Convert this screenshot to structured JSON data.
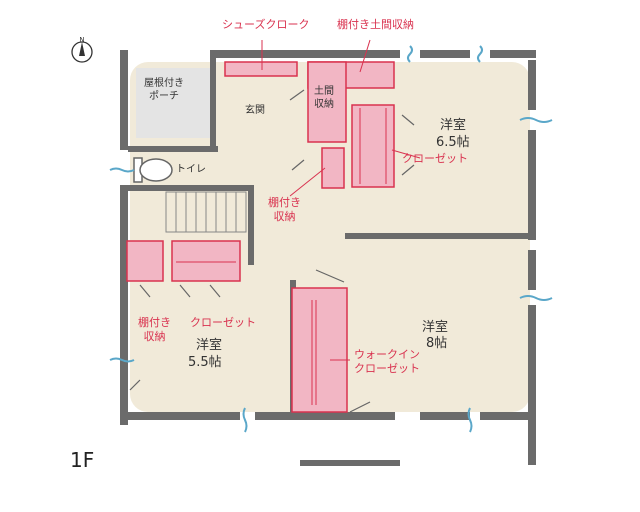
{
  "floor_label": "1F",
  "north_marker": "N",
  "colors": {
    "wall": "#6b6b6b",
    "storage_fill": "#f2b6c4",
    "storage_stroke": "#d9324f",
    "label_red": "#d9324f",
    "floor_wash": "#efe6d2",
    "window": "#5aa7c9"
  },
  "labels": {
    "shoes_cloak": "シューズクローク",
    "doma_shelf": "棚付き土間収納",
    "porch": "屋根付き\nポーチ",
    "entrance": "玄関",
    "doma_storage": "土間\n収納",
    "room_ne_name": "洋室",
    "room_ne_size": "6.5帖",
    "closet_ne": "クローゼット",
    "toilet": "トイレ",
    "shelf_storage_mid": "棚付き\n収納",
    "closet_w": "クローゼット",
    "shelf_storage_w": "棚付き\n収納",
    "room_sw_name": "洋室",
    "room_sw_size": "5.5帖",
    "room_se_name": "洋室",
    "room_se_size": "8帖",
    "walkin": "ウォークイン\nクローゼット"
  }
}
